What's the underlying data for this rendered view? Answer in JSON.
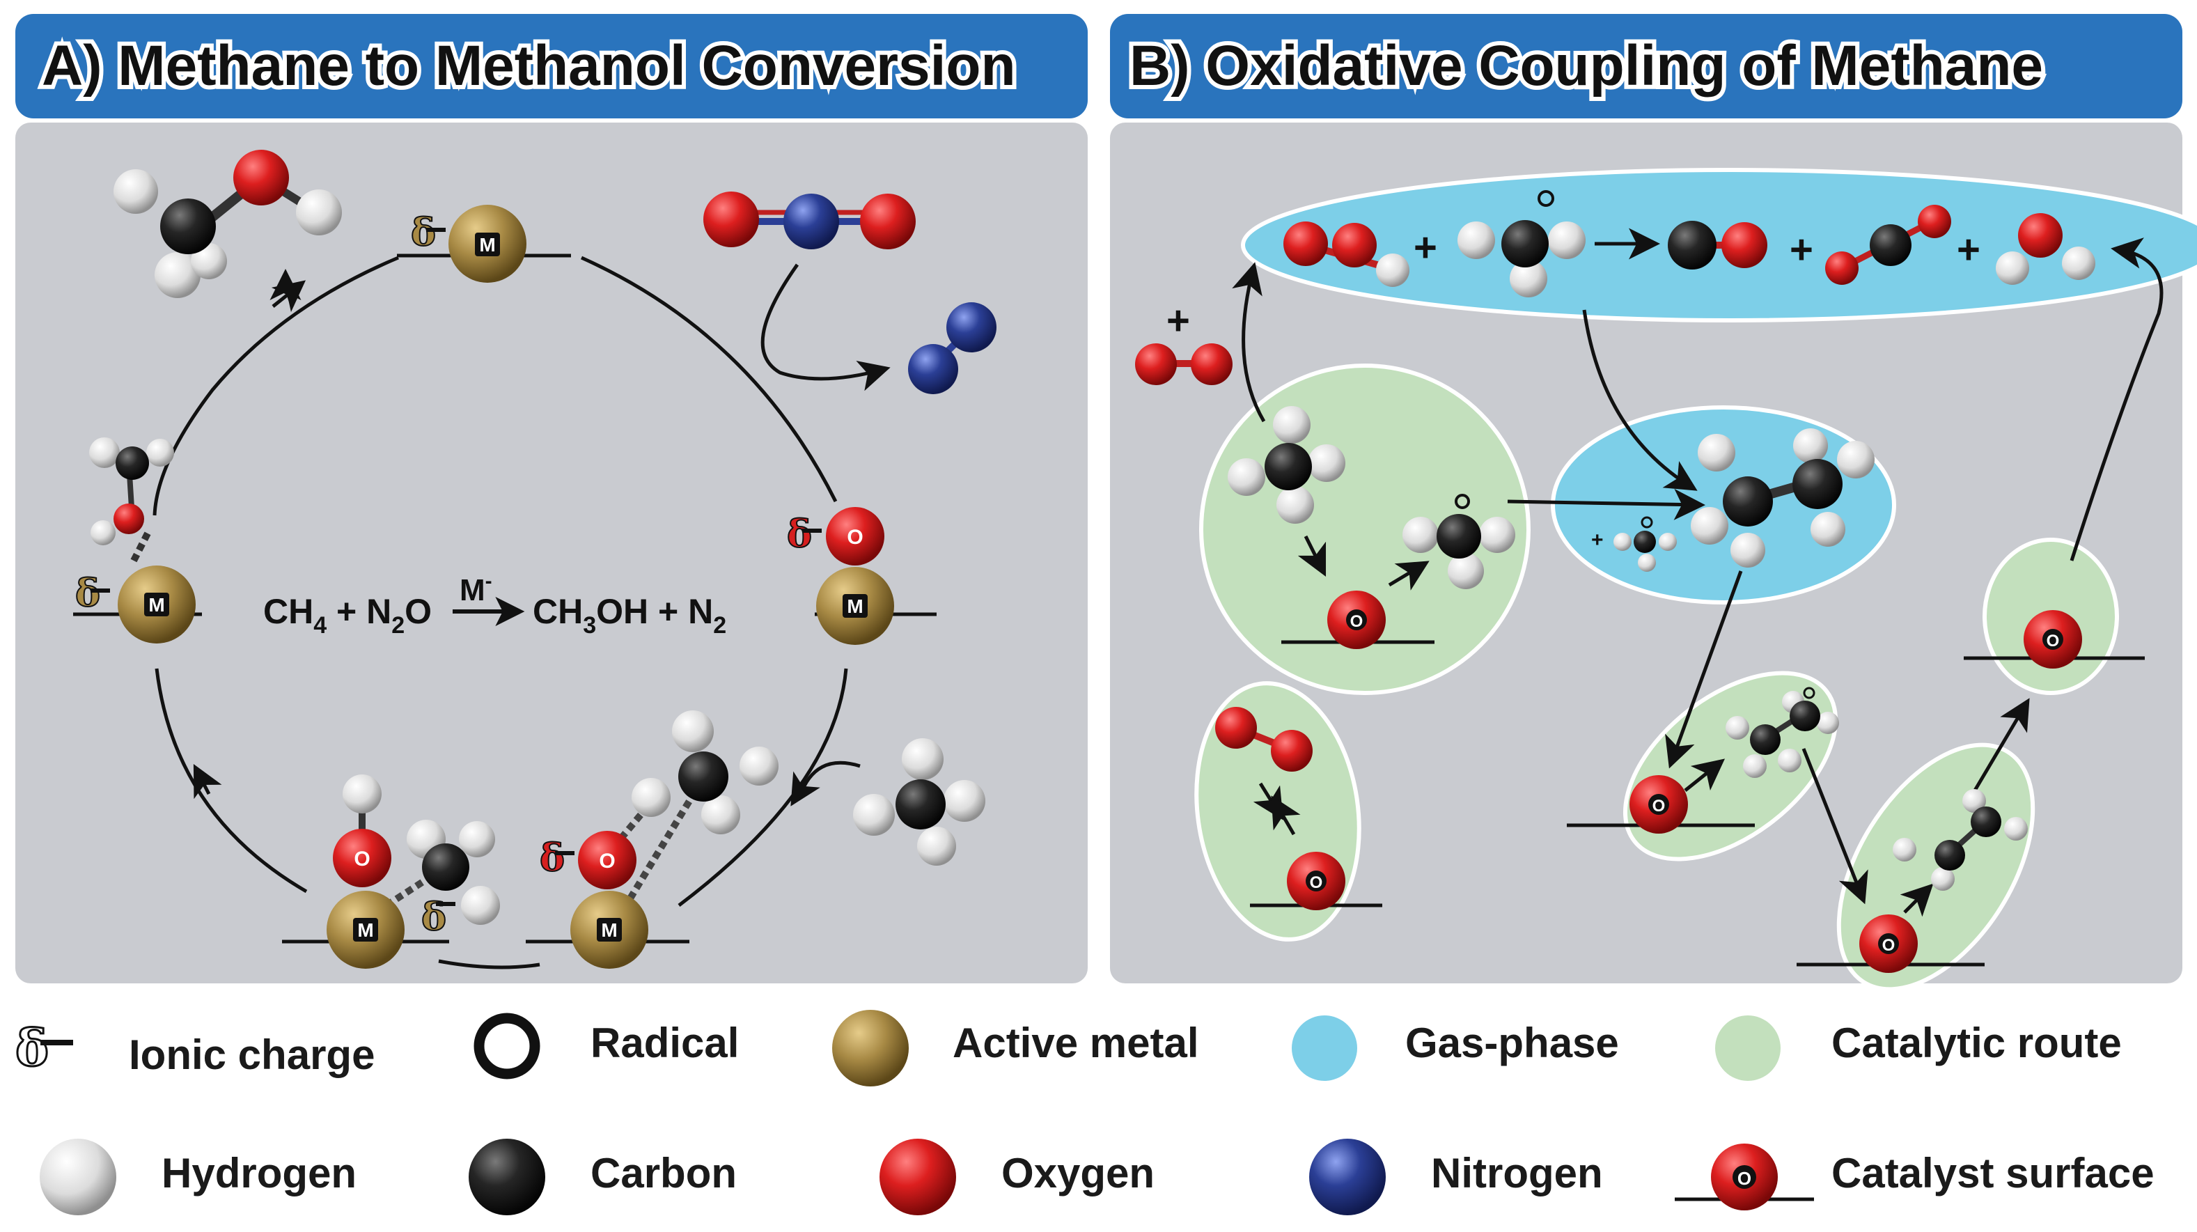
{
  "panels": {
    "a_title": "A) Methane to Methanol Conversion",
    "b_title": "B) Oxidative Coupling of Methane"
  },
  "equation": {
    "lhs_1": "CH",
    "lhs_1_sub": "4",
    "plus_1": " + ",
    "lhs_2": "N",
    "lhs_2_sub": "2",
    "lhs_2_tail": "O",
    "catalyst": "M",
    "catalyst_sup": "-",
    "rhs_1": "CH",
    "rhs_1_sub": "3",
    "rhs_1_tail": "OH",
    "plus_2": " + ",
    "rhs_2": "N",
    "rhs_2_sub": "2"
  },
  "atom_labels": {
    "metal": "M",
    "oxygen_site": "O"
  },
  "symbols": {
    "delta": "δ",
    "plus": "+"
  },
  "legend": {
    "row1": [
      "Ionic charge",
      "Radical",
      "Active metal",
      "Gas-phase",
      "Catalytic route"
    ],
    "row2": [
      "Hydrogen",
      "Carbon",
      "Oxygen",
      "Nitrogen",
      "Catalyst surface"
    ]
  },
  "colors": {
    "panel_header": "#2a74bd",
    "panel_bg": "#c9cbd0",
    "gas_phase": "#7dcfe8",
    "catalytic_route": "#c3e0bd",
    "metal": "#a88a45",
    "oxygen": "#d61f1f",
    "carbon": "#262626",
    "hydrogen": "#eeeeee",
    "nitrogen": "#2b3f96"
  }
}
